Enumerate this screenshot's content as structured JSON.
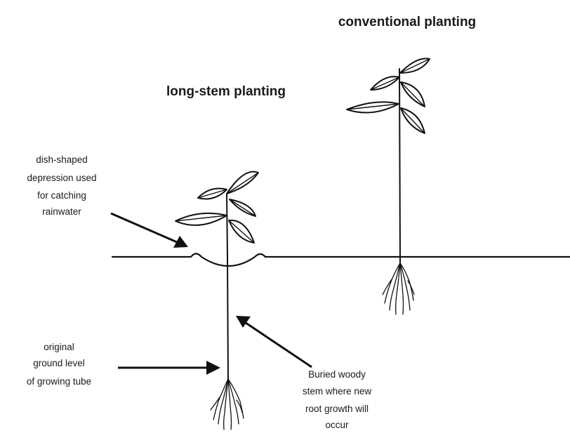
{
  "titles": {
    "conventional": "conventional planting",
    "long_stem": "long-stem planting"
  },
  "labels": {
    "dish": [
      "dish-shaped",
      "depression used",
      "for catching",
      "rainwater"
    ],
    "original_ground": [
      "original",
      "ground level",
      "of growing tube"
    ],
    "buried_stem": [
      "Buried woody",
      "stem where new",
      "root growth will",
      "occur"
    ]
  }
}
